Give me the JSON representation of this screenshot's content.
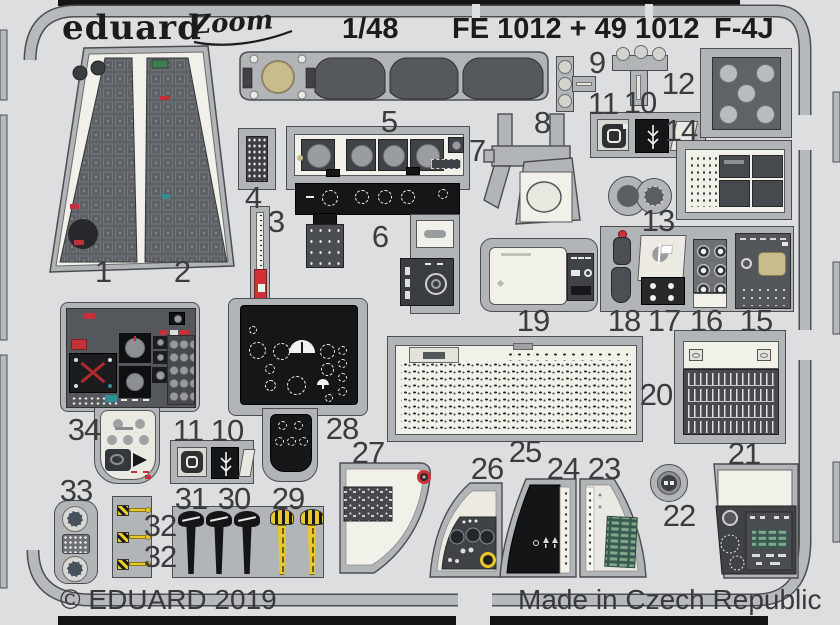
{
  "header": {
    "brand": "eduard",
    "brand_sub": "Zoom",
    "scale": "1/48",
    "codes": "FE 1012 + 49 1012",
    "aircraft": "F-4J"
  },
  "footer": {
    "copyright": "© EDUARD 2019",
    "made_in": "Made in Czech Republic"
  },
  "colors": {
    "background": "#dcdee0",
    "fret_gray": "#b2b5b8",
    "panel_white": "#f1f0e9",
    "panel_dark": "#55595d",
    "panel_black": "#141618",
    "accent_red": "#d03038",
    "accent_yellow": "#e9c82a",
    "accent_teal": "#2f9191",
    "accent_tan": "#c9bc8b",
    "console_green": "#7fa98c"
  },
  "parts": [
    {
      "label": "1",
      "name": "left-console-panel"
    },
    {
      "label": "2",
      "name": "right-console-panel"
    },
    {
      "label": "3",
      "name": "trim-strip"
    },
    {
      "label": "4",
      "name": "perforated-plate"
    },
    {
      "label": "5",
      "name": "glareshield-strip"
    },
    {
      "label": "6",
      "name": "center-panel-assembly"
    },
    {
      "label": "7",
      "name": "gauge-panel"
    },
    {
      "label": "8",
      "name": "seat-bracket"
    },
    {
      "label": "9",
      "name": "t-brackets"
    },
    {
      "label": "10",
      "name": "black-placard"
    },
    {
      "label": "11",
      "name": "square-frame"
    },
    {
      "label": "12",
      "name": "plate-five-holes"
    },
    {
      "label": "13",
      "name": "twin-grommet"
    },
    {
      "label": "14",
      "name": "avionics-panel"
    },
    {
      "label": "15",
      "name": "radar-scope-panel"
    },
    {
      "label": "16",
      "name": "pushbutton-panel"
    },
    {
      "label": "17",
      "name": "switch-panel"
    },
    {
      "label": "18",
      "name": "control-handle"
    },
    {
      "label": "19",
      "name": "side-panel"
    },
    {
      "label": "20",
      "name": "louvered-plate"
    },
    {
      "label": "21",
      "name": "rear-side-console"
    },
    {
      "label": "22",
      "name": "grommet-ring"
    },
    {
      "label": "23",
      "name": "right-rear-console"
    },
    {
      "label": "24",
      "name": "black-console"
    },
    {
      "label": "25",
      "name": "circuit-breaker-panel"
    },
    {
      "label": "26",
      "name": "left-rear-console"
    },
    {
      "label": "27",
      "name": "canopy-side-panel"
    },
    {
      "label": "28",
      "name": "rear-instrument-panel"
    },
    {
      "label": "29",
      "name": "yellow-striped-handles"
    },
    {
      "label": "30",
      "name": "black-handle"
    },
    {
      "label": "31",
      "name": "black-handles"
    },
    {
      "label": "32",
      "name": "striped-pin-upper"
    },
    {
      "label": "32",
      "name": "striped-pin-lower"
    },
    {
      "label": "33",
      "name": "mirror-bracket"
    },
    {
      "label": "34",
      "name": "main-instrument-panel"
    },
    {
      "label": "10",
      "name": "black-placard-2"
    },
    {
      "label": "11",
      "name": "square-frame-2"
    }
  ]
}
